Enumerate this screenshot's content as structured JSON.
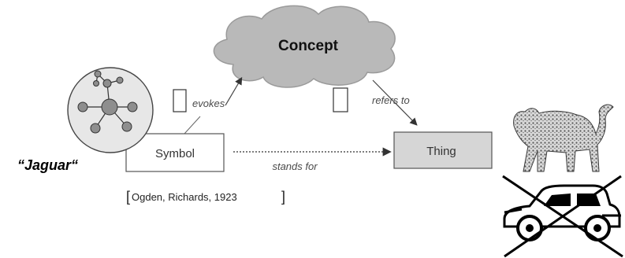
{
  "diagram": {
    "concept_label": "Concept",
    "symbol_label": "Symbol",
    "thing_label": "Thing",
    "jaguar_label": "“Jaguar“",
    "edges": {
      "evokes": "evokes",
      "refers_to": "refers to",
      "stands_for": "stands for"
    },
    "citation": {
      "open": "[",
      "text": "Ogden, Richards, 1923",
      "close": "]"
    }
  },
  "colors": {
    "cloud_fill": "#b9b9b9",
    "cloud_edge": "#9a9a9a",
    "thing_box_fill": "#d6d6d6",
    "graph_circle_fill": "#e7e7e7",
    "node_fill": "#8e8e8e"
  },
  "icons": {
    "graph": "network-graph-icon",
    "cat": "jaguar-animal-icon",
    "car": "crossed-out-car-icon"
  }
}
